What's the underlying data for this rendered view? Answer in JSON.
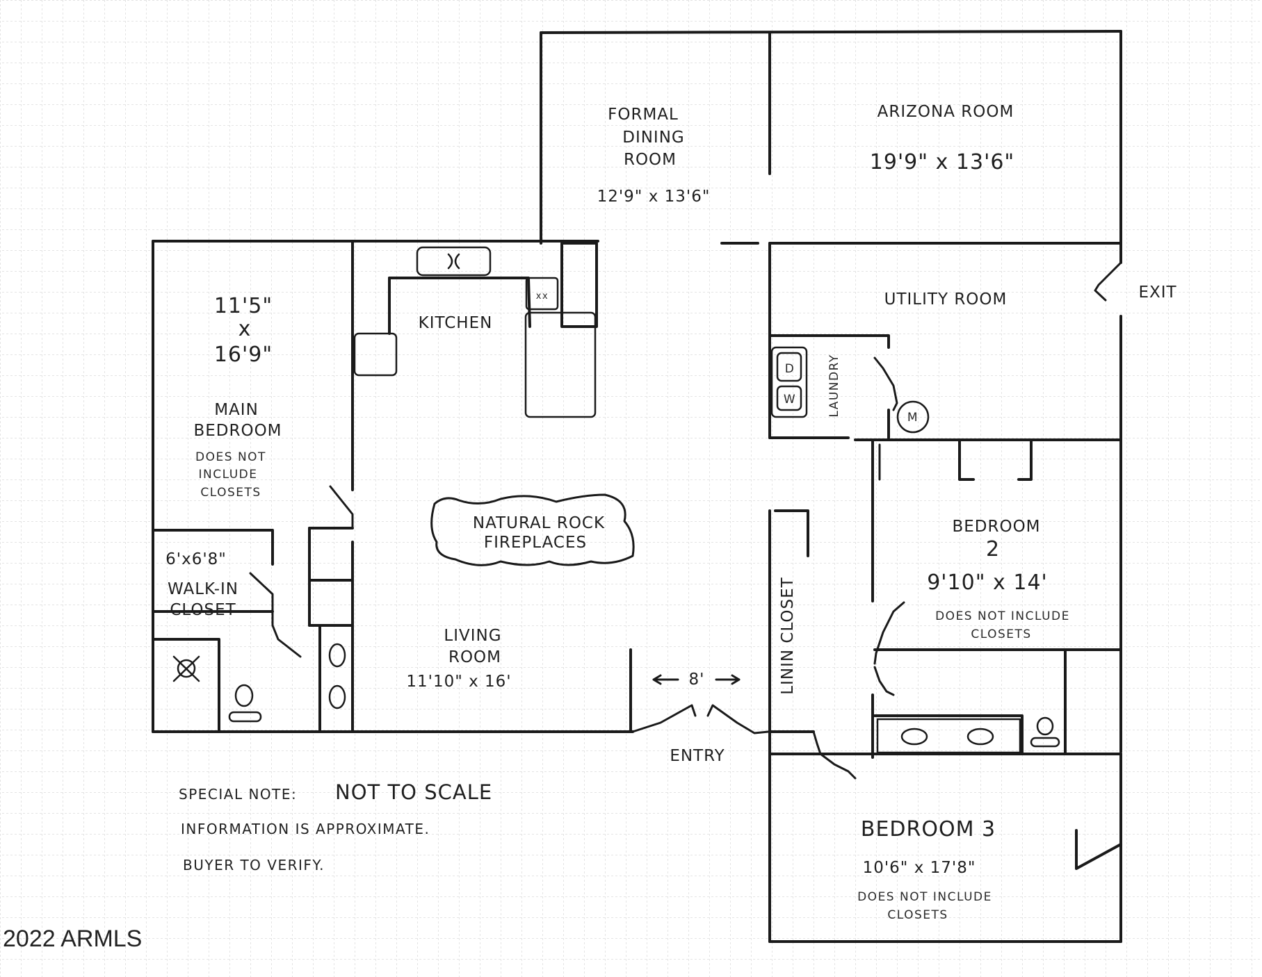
{
  "rooms": {
    "dining": {
      "line1": "FORMAL",
      "line2": "DINING",
      "line3": "ROOM",
      "dims": "12'9\" x 13'6\""
    },
    "arizona": {
      "name": "ARIZONA ROOM",
      "dims": "19'9\" x 13'6\""
    },
    "kitchen": {
      "name": "KITCHEN"
    },
    "main_bedroom": {
      "dim1": "11'5\"",
      "dim_x": "x",
      "dim2": "16'9\"",
      "line1": "MAIN",
      "line2": "BEDROOM",
      "note1": "DOES NOT",
      "note2": "INCLUDE",
      "note3": "CLOSETS"
    },
    "walk_in": {
      "dims": "6'x6'8\"",
      "line1": "WALK-IN",
      "line2": "CLOSET"
    },
    "fireplace": {
      "line1": "NATURAL ROCK",
      "line2": "FIREPLACES"
    },
    "living": {
      "line1": "LIVING",
      "line2": "ROOM",
      "dims": "11'10\" x 16'"
    },
    "utility": {
      "name": "UTILITY ROOM"
    },
    "exit": {
      "name": "EXIT"
    },
    "laundry": {
      "name": "LAUNDRY",
      "washer": "W",
      "dryer": "D",
      "water_heater": "M"
    },
    "bedroom2": {
      "line1": "BEDROOM",
      "line2": "2",
      "dims": "9'10\" x 14'",
      "note1": "DOES NOT INCLUDE",
      "note2": "CLOSETS"
    },
    "linen": {
      "name": "LININ CLOSET"
    },
    "entry": {
      "name": "ENTRY",
      "width": "8'"
    },
    "bedroom3": {
      "name": "BEDROOM 3",
      "dims": "10'6\" x 17'8\"",
      "note1": "DOES NOT INCLUDE",
      "note2": "CLOSETS"
    }
  },
  "special_note": {
    "label": "SPECIAL NOTE:",
    "emphasis": "NOT TO SCALE",
    "line2": "INFORMATION IS APPROXIMATE.",
    "line3": "BUYER TO VERIFY."
  },
  "copyright": "2022 ARMLS"
}
